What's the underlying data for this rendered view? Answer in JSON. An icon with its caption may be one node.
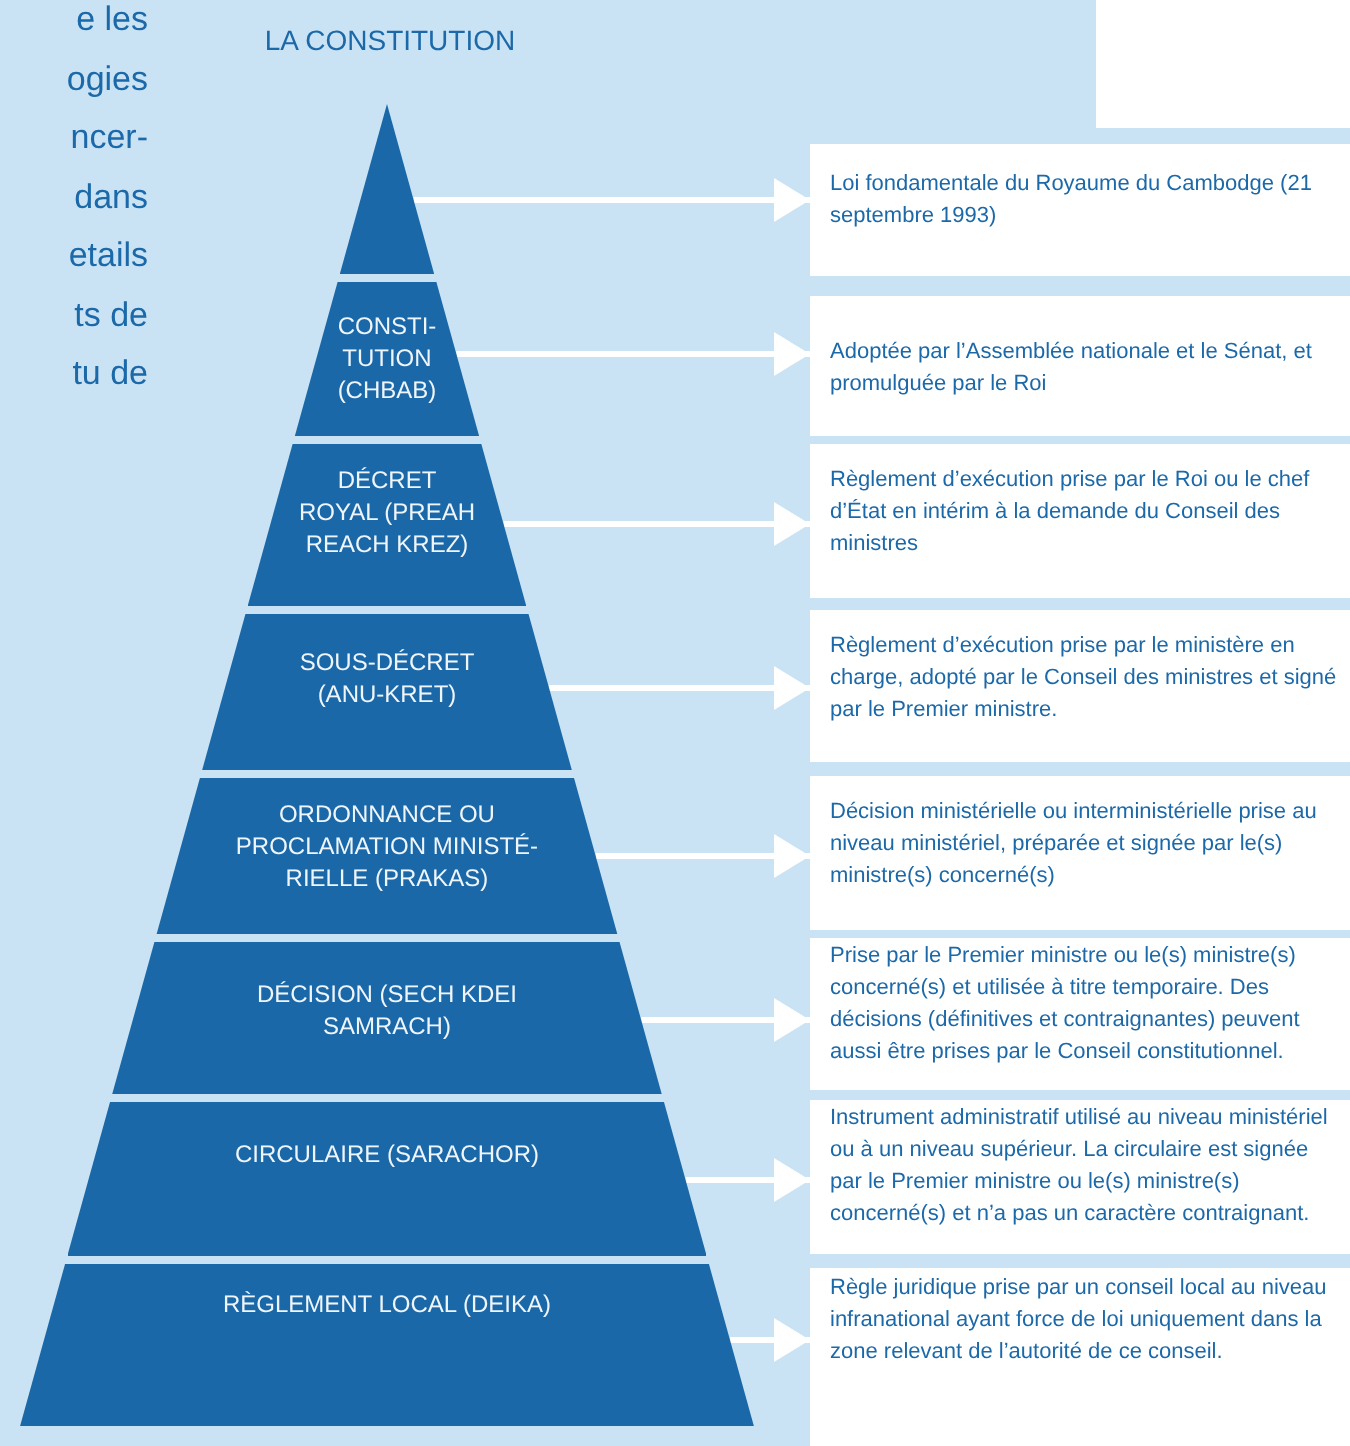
{
  "diagram": {
    "title": "LA CONSTITUTION",
    "nodes": [
      {
        "text": [],
        "shape": "triangle"
      },
      {
        "text": [
          "CONSTI- TUTION (CHBAB)"
        ]
      },
      {
        "text": [
          "DÉCRET ROYAL (PREAH REACH KREZ)"
        ]
      },
      {
        "text": [
          "SOUS-DÉCRET (ANU-KRET)"
        ]
      },
      {
        "text": [
          "ORDONNANCE OU PROCLAMATION MINISTÉ- RIELLE  (PRAKAS)"
        ]
      },
      {
        "text": [
          "DÉCISION (SECH KDEI SAMRACH)"
        ]
      },
      {
        "text": [
          "CIRCULAIRE (SARACHOR)"
        ]
      },
      {
        "text": [
          "RÈGLEMENT LOCAL (DEIKA)"
        ]
      },
      {
        "text": [
          "Loi fondamentale du Royaume du Cambodge (21 septembre 1993)"
        ]
      },
      {
        "text": [
          "Adoptée par l’Assemblée nationale et le Sénat, et promulguée par le Roi"
        ]
      },
      {
        "text": [
          "Règlement d’exécution prise par le Roi ou le chef d’État en intérim à la demande du Conseil des ministres"
        ]
      },
      {
        "text": [
          "Règlement d’exécution prise par le ministère en charge, adopté par le Conseil des ministres et signé par le Premier ministre."
        ]
      },
      {
        "text": [
          "Décision ministérielle ou interministérielle prise au niveau ministériel, préparée et signée par le(s) ministre(s) concerné(s)"
        ]
      },
      {
        "text": [
          "Prise par le Premier ministre ou le(s) ministre(s) concerné(s) et utilisée à titre temporaire. Des décisions (définitives et contraignantes) peuvent aussi être prises par le Conseil constitutionnel."
        ]
      },
      {
        "text": [
          "Instrument administratif utilisé au niveau ministériel ou à un niveau supérieur. La circulaire est signée par le Premier ministre ou le(s) ministre(s) concerné(s) et n’a pas un caractère contraignant."
        ]
      },
      {
        "text": [
          "Règle juridique prise par un conseil local au niveau infranational ayant force de loi uniquement dans la zone relevant de l’autorité de ce conseil."
        ]
      }
    ],
    "edges": [
      {
        "from": 0,
        "to": 8,
        "arrow": "to"
      },
      {
        "from": 1,
        "to": 9,
        "arrow": "to"
      },
      {
        "from": 2,
        "to": 10,
        "arrow": "to"
      },
      {
        "from": 3,
        "to": 11,
        "arrow": "to"
      },
      {
        "from": 4,
        "to": 12,
        "arrow": "to"
      },
      {
        "from": 5,
        "to": 13,
        "arrow": "to"
      },
      {
        "from": 6,
        "to": 14,
        "arrow": "to"
      },
      {
        "from": 7,
        "to": 15,
        "arrow": "to"
      }
    ],
    "labels": [
      "e les",
      "ogies",
      "ncer-",
      "dans",
      "etails",
      "ts de",
      "tu de"
    ]
  }
}
